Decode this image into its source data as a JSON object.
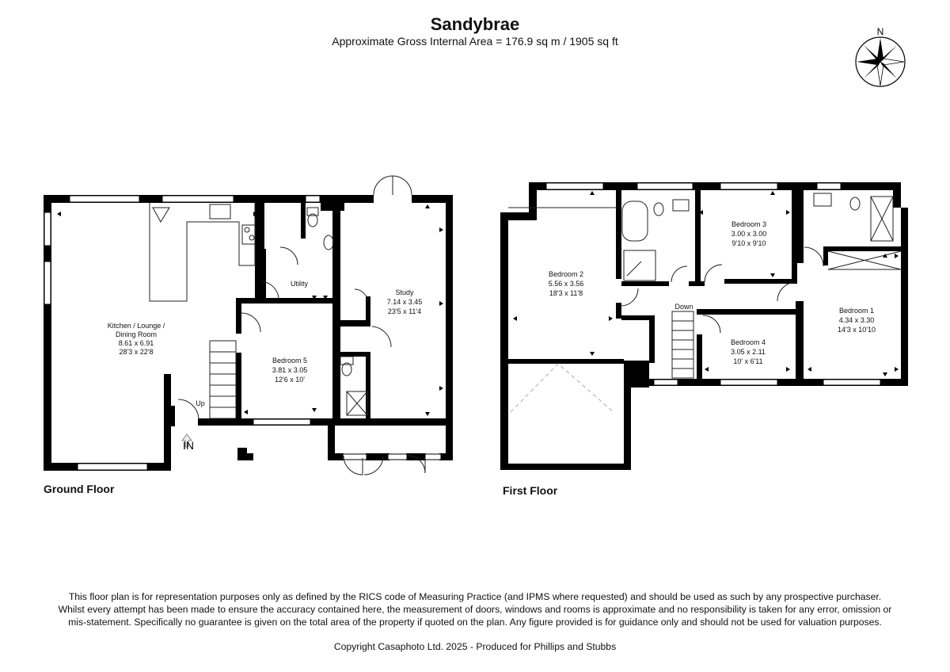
{
  "header": {
    "title": "Sandybrae",
    "subtitle": "Approximate Gross Internal Area = 176.9 sq m / 1905 sq ft"
  },
  "compass": {
    "north_label": "N"
  },
  "floors": {
    "ground": {
      "label": "Ground Floor",
      "entrance_label": "IN",
      "stairs_label": "Up",
      "rooms": {
        "kitchen": {
          "name_line1": "Kitchen / Lounge /",
          "name_line2": "Dining Room",
          "metric": "8.61 x 6.91",
          "imperial": "28'3 x 22'8"
        },
        "utility": {
          "name": "Utility"
        },
        "study": {
          "name": "Study",
          "metric": "7.14 x 3.45",
          "imperial": "23'5 x 11'4"
        },
        "bedroom5": {
          "name": "Bedroom 5",
          "metric": "3.81 x 3.05",
          "imperial": "12'6 x 10'"
        }
      }
    },
    "first": {
      "label": "First Floor",
      "stairs_label": "Down",
      "rooms": {
        "bedroom1": {
          "name": "Bedroom 1",
          "metric": "4.34 x 3.30",
          "imperial": "14'3 x 10'10"
        },
        "bedroom2": {
          "name": "Bedroom 2",
          "metric": "5.56 x 3.56",
          "imperial": "18'3 x 11'8"
        },
        "bedroom3": {
          "name": "Bedroom 3",
          "metric": "3.00 x 3.00",
          "imperial": "9'10 x 9'10"
        },
        "bedroom4": {
          "name": "Bedroom 4",
          "metric": "3.05 x 2.11",
          "imperial": "10' x 6'11"
        }
      }
    }
  },
  "footer": {
    "disclaimer": "This floor plan is for representation purposes only as defined by the RICS code of Measuring Practice (and IPMS where requested) and should be used as such by any prospective purchaser. Whilst every attempt has been made to ensure the accuracy contained here, the measurement of doors, windows and rooms is approximate and no responsibility is taken for any error, omission or mis-statement. Specifically no guarantee is given on the total area of the property if quoted on the plan. Any figure provided is for guidance only and should not be used for valuation purposes.",
    "copyright": "Copyright Casaphoto Ltd. 2025 - Produced for Phillips and Stubbs"
  }
}
